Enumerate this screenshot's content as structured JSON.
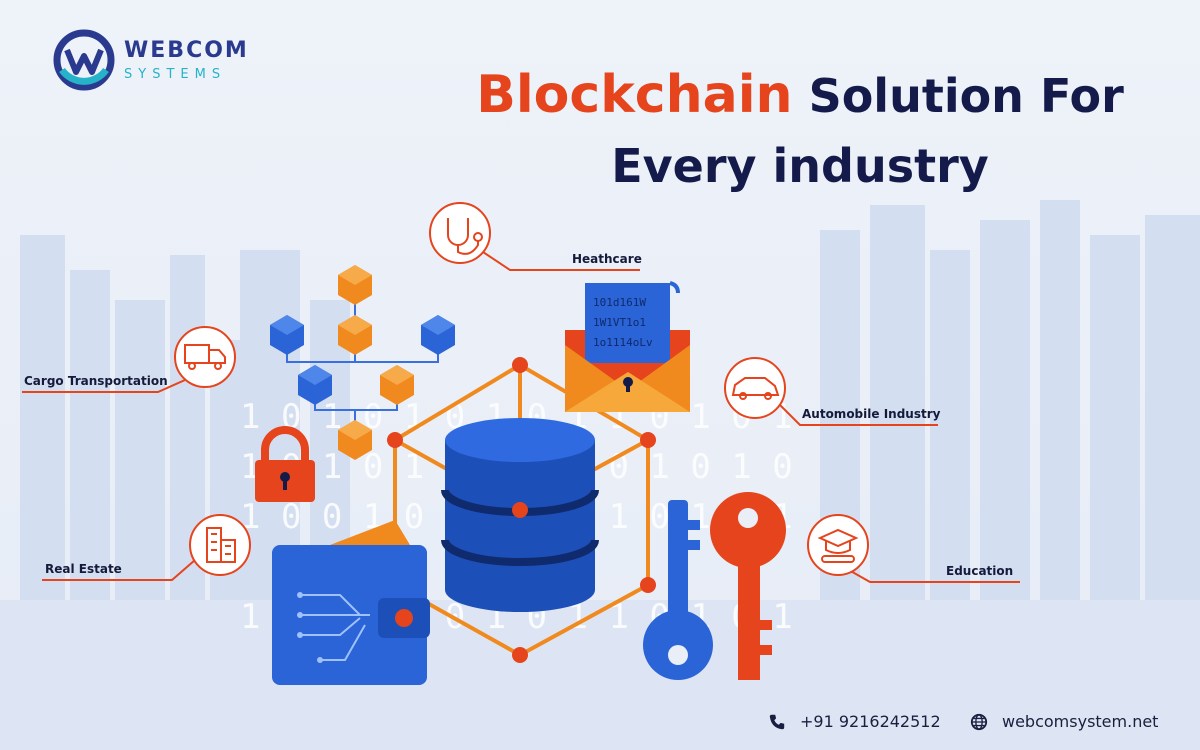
{
  "brand": {
    "name": "WEBCOM",
    "sub": "SYSTEMS"
  },
  "headline": {
    "highlight": "Blockchain",
    "rest_line1": "Solution For",
    "line2": "Every industry"
  },
  "industries": [
    {
      "label": "Heathcare",
      "icon": "stethoscope-icon"
    },
    {
      "label": "Cargo Transportation",
      "icon": "truck-icon"
    },
    {
      "label": "Automobile Industry",
      "icon": "car-icon"
    },
    {
      "label": "Real Estate",
      "icon": "building-icon"
    },
    {
      "label": "Education",
      "icon": "graduation-cap-icon"
    }
  ],
  "envelope_code": [
    "101d161W",
    "1W1VT1o1",
    "1o1114oLv"
  ],
  "binary_rows": [
    "1 0 1 0 1 0 1 0 1 1 0 1 0 1",
    "1 0 1 0 1 0 1 0 1 0 1 0 1 0",
    "1 0 0 1 0 1 0 1 0 1 0 1 0 1",
    "1 0 1 1 0 0 1 0 1 1 0 1 0 1"
  ],
  "contact": {
    "phone": "+91 9216242512",
    "website": "webcomsystem.net"
  },
  "colors": {
    "accent_orange": "#e5441c",
    "navy": "#141a4a",
    "blue": "#2a64d6",
    "teal": "#26b3c9",
    "node_orange": "#f08a1e"
  }
}
